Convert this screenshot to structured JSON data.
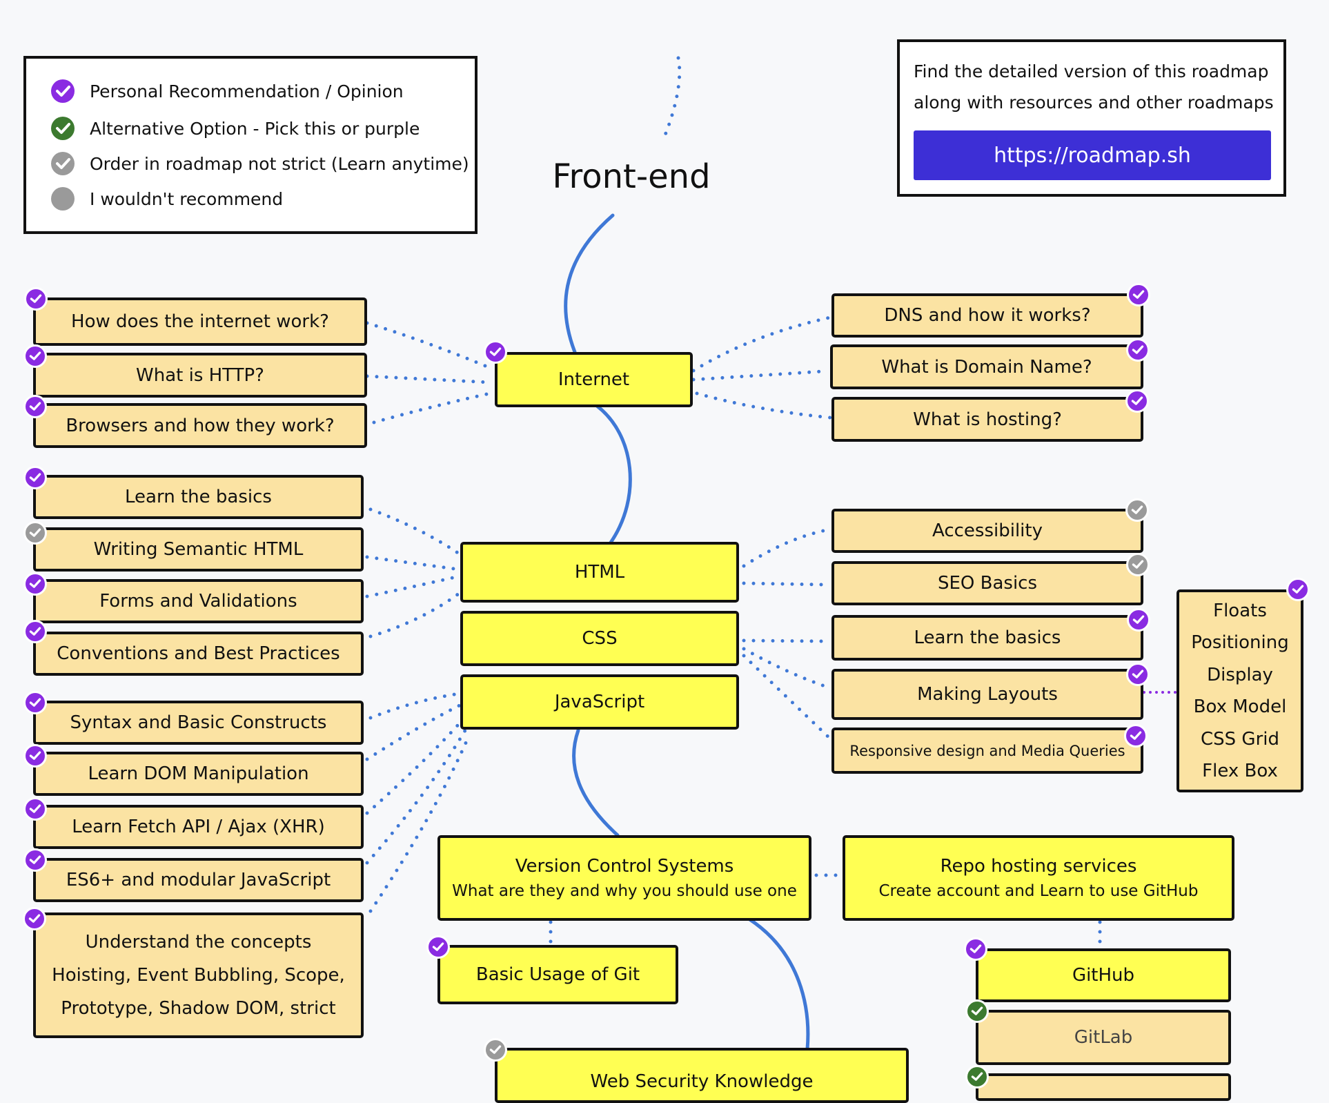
{
  "colors": {
    "recommended": "#8a2be2",
    "alternative": "#3c7a2f",
    "not_strict": "#9a9a9a",
    "not_recommended": "#9a9a9a",
    "main_node": "#ffff53",
    "sub_node": "#fbe3a3",
    "spine": "#3f78d6",
    "link_button": "#3d2fd6"
  },
  "legend": {
    "items": [
      {
        "label": "Personal Recommendation / Opinion",
        "icon": "recommended-check-icon"
      },
      {
        "label": "Alternative Option - Pick this or purple",
        "icon": "alternative-check-icon"
      },
      {
        "label": "Order in roadmap not strict (Learn anytime)",
        "icon": "not-strict-check-icon"
      },
      {
        "label": "I wouldn't recommend",
        "icon": "not-recommended-dot-icon"
      }
    ]
  },
  "info": {
    "line1": "Find the detailed version of this roadmap",
    "line2": "along with resources and other roadmaps",
    "link": "https://roadmap.sh"
  },
  "title": "Front-end",
  "nodes": {
    "internet": "Internet",
    "how_internet": "How does the internet work?",
    "http": "What is HTTP?",
    "browsers": "Browsers and how they work?",
    "dns": "DNS and how it works?",
    "domain": "What is Domain Name?",
    "hosting": "What is hosting?",
    "html": "HTML",
    "css": "CSS",
    "javascript": "JavaScript",
    "html_basics": "Learn the basics",
    "semantic": "Writing Semantic HTML",
    "forms": "Forms and Validations",
    "conventions": "Conventions and Best Practices",
    "accessibility": "Accessibility",
    "seo": "SEO Basics",
    "css_basics": "Learn the basics",
    "layouts": "Making Layouts",
    "responsive": "Responsive design and Media Queries",
    "layout_topics": [
      "Floats",
      "Positioning",
      "Display",
      "Box Model",
      "CSS Grid",
      "Flex Box"
    ],
    "syntax": "Syntax and Basic Constructs",
    "dom": "Learn DOM Manipulation",
    "fetch": "Learn Fetch API / Ajax (XHR)",
    "es6": "ES6+ and modular JavaScript",
    "concepts": [
      "Understand the concepts",
      "Hoisting, Event Bubbling, Scope,",
      "Prototype, Shadow DOM, strict"
    ],
    "vcs_title": "Version Control Systems",
    "vcs_sub": "What are they and why you should use one",
    "repo_title": "Repo hosting services",
    "repo_sub": "Create account and Learn to use GitHub",
    "git_basic": "Basic Usage of Git",
    "github": "GitHub",
    "gitlab": "GitLab",
    "web_security": "Web Security Knowledge"
  }
}
